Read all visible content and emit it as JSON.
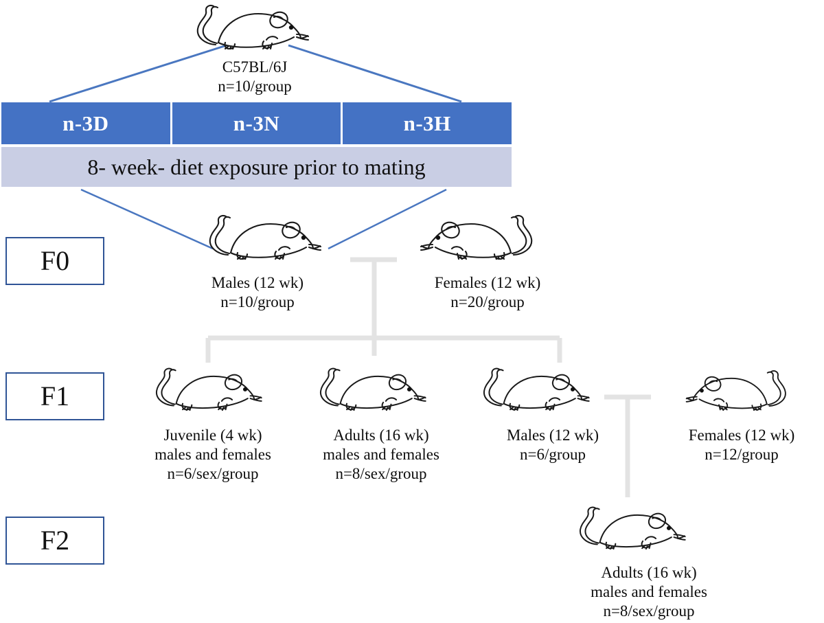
{
  "figure": {
    "title": "Mouse multigenerational n-3 PUFA diet study design",
    "colors": {
      "diet_bar_blue": "#4472C4",
      "diet_exposure_band": "#C9CEE4",
      "connector_blue": "#4A77C0",
      "connector_gray": "#E3E3E3",
      "gen_box_border": "#2F5496"
    }
  },
  "founder": {
    "icon": "mouse-icon",
    "strain": "C57BL/6J",
    "n": "n=10/group"
  },
  "diet_groups": [
    {
      "label": "n-3D"
    },
    {
      "label": "n-3N"
    },
    {
      "label": "n-3H"
    }
  ],
  "diet_exposure": {
    "label": "8- week- diet exposure prior to mating"
  },
  "generations": [
    {
      "id": "F0",
      "label": "F0",
      "nodes": [
        {
          "name": "f0-males",
          "icon": "mouse-icon",
          "line1": "Males (12 wk)",
          "line2": "n=10/group",
          "line3": ""
        },
        {
          "name": "f0-females",
          "icon": "mouse-icon",
          "line1": "Females (12 wk)",
          "line2": "n=20/group",
          "line3": ""
        }
      ]
    },
    {
      "id": "F1",
      "label": "F1",
      "nodes": [
        {
          "name": "f1-juvenile",
          "icon": "mouse-icon",
          "line1": "Juvenile (4 wk)",
          "line2": "males and females",
          "line3": "n=6/sex/group"
        },
        {
          "name": "f1-adults",
          "icon": "mouse-icon",
          "line1": "Adults (16 wk)",
          "line2": "males and females",
          "line3": "n=8/sex/group"
        },
        {
          "name": "f1-males",
          "icon": "mouse-icon",
          "line1": "Males (12 wk)",
          "line2": "n=6/group",
          "line3": ""
        },
        {
          "name": "f1-females",
          "icon": "mouse-icon",
          "line1": "Females (12 wk)",
          "line2": "n=12/group",
          "line3": ""
        }
      ]
    },
    {
      "id": "F2",
      "label": "F2",
      "nodes": [
        {
          "name": "f2-adults",
          "icon": "mouse-icon",
          "line1": "Adults (16 wk)",
          "line2": "males and females",
          "line3": "n=8/sex/group"
        }
      ]
    }
  ]
}
